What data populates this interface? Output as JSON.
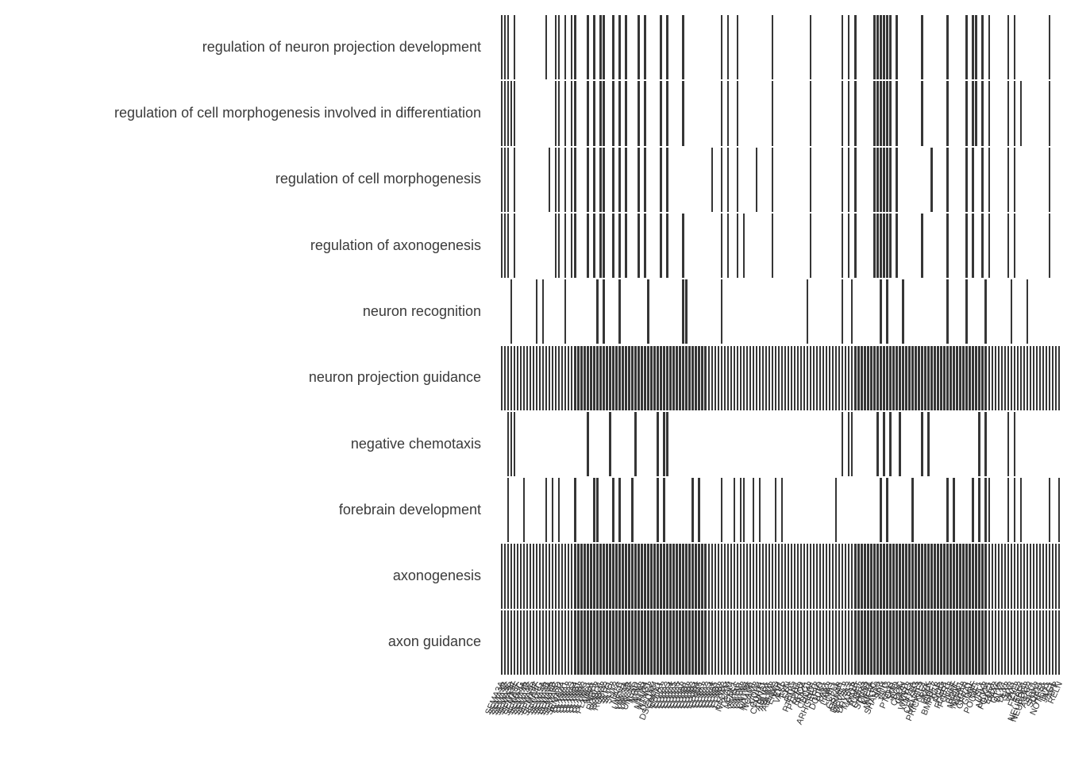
{
  "chart_data": {
    "type": "heatmap",
    "title": "",
    "xlabel": "",
    "ylabel": "",
    "legend": "none",
    "grid": false,
    "colors": {
      "present": "#363636",
      "absent": "#ffffff"
    },
    "x_tick_rotation_deg": 66,
    "genes": [
      "SEMA3A",
      "SEMA3B",
      "SEMA3C",
      "SEMA3D",
      "SEMA3E",
      "SEMA3F",
      "SEMA3G",
      "SEMA4A",
      "SEMA4B",
      "SEMA4C",
      "SEMA4D",
      "SEMA4F",
      "SEMA4G",
      "SEMA5A",
      "SEMA5B",
      "SEMA6A",
      "SEMA6B",
      "SEMA6C",
      "SEMA6D",
      "SEMA7A",
      "PLXNA1",
      "PLXNA2",
      "PLXNA3",
      "PLXNA4",
      "PLXNB1",
      "PLXNB2",
      "PLXNB3",
      "PLXNC1",
      "PLXND1",
      "NRP1",
      "NRP2",
      "ROBO1",
      "ROBO2",
      "ROBO3",
      "SLIT1",
      "SLIT2",
      "SLIT3",
      "DCC",
      "NEO1",
      "UNC5A",
      "UNC5B",
      "UNC5C",
      "UNC5D",
      "NTN1",
      "NTN3",
      "NTN4",
      "NTNG1",
      "NTNG2",
      "DSCAM",
      "DSCAML1",
      "EPHA1",
      "EPHA2",
      "EPHA3",
      "EPHA4",
      "EPHA5",
      "EPHA6",
      "EPHA7",
      "EPHA8",
      "EPHB1",
      "EPHB2",
      "EPHB3",
      "EPHB4",
      "EPHB6",
      "EFNA1",
      "EFNA2",
      "EFNA3",
      "EFNA4",
      "EFNA5",
      "EFNB1",
      "EFNB2",
      "EFNB3",
      "L1CAM",
      "NRCAM",
      "CHL1",
      "NFASC",
      "CNTN1",
      "CNTN2",
      "CNTN4",
      "CNTN6",
      "NCAM1",
      "NCAM2",
      "CDH4",
      "CDH11",
      "CTNNB1",
      "ABLIM1",
      "ABLIM2",
      "ABLIM3",
      "ENAH",
      "EVL",
      "VASP",
      "FYN",
      "SRC",
      "PTK2",
      "PTPN11",
      "PTPRO",
      "RHOA",
      "RAC1",
      "CDC42",
      "RND1",
      "ARHGEF12",
      "TRIO",
      "DOCK1",
      "PAK1",
      "PAK3",
      "LIMK1",
      "CFL1",
      "GSK3B",
      "CRMP1",
      "DPYSL2",
      "DPYSL3",
      "DPYSL5",
      "MAP1B",
      "MAPT",
      "TUBB3",
      "GAP43",
      "STMN2",
      "KIF5A",
      "KIF5C",
      "MYO10",
      "SHANK3",
      "SHH",
      "GLI2",
      "GLI3",
      "PTCH1",
      "SMO",
      "BOC",
      "CDON",
      "GAS1",
      "WNT3",
      "WNT5A",
      "FZD3",
      "CELSR3",
      "VANGL2",
      "PRICKLE1",
      "RYK",
      "BMP7",
      "GDF7",
      "BMPR1B",
      "NOG",
      "FGF8",
      "FGFR1",
      "FGF13",
      "NGF",
      "BDNF",
      "NTRK1",
      "NTRK2",
      "NGFR",
      "GFRA1",
      "GDNF",
      "RET",
      "POU4F1",
      "ISL1",
      "LHX2",
      "NKX21",
      "FOXG1",
      "EMX2",
      "PAX6",
      "OTX2",
      "DLX1",
      "DLX2",
      "SIX3",
      "VAX1",
      "ZIC2",
      "FEZF2",
      "TBR1",
      "NEUROD2",
      "NEUROG2",
      "ASCL1",
      "SOX2",
      "SOX11",
      "HES1",
      "NOTCH1",
      "DLL1",
      "JAG1",
      "APP",
      "RELN"
    ],
    "rows": [
      {
        "label": "regulation of neuron projection development",
        "members": [
          0,
          1,
          2,
          4,
          14,
          17,
          18,
          20,
          22,
          23,
          27,
          29,
          31,
          32,
          35,
          37,
          39,
          43,
          45,
          50,
          52,
          57,
          69,
          71,
          74,
          85,
          97,
          107,
          109,
          111,
          117,
          118,
          119,
          120,
          121,
          122,
          124,
          132,
          140,
          146,
          148,
          149,
          151,
          153,
          159,
          161,
          172
        ]
      },
      {
        "label": "regulation of cell morphogenesis involved in differentiation",
        "members": [
          0,
          1,
          2,
          3,
          4,
          17,
          18,
          20,
          22,
          23,
          27,
          29,
          31,
          32,
          35,
          37,
          39,
          43,
          45,
          50,
          52,
          57,
          69,
          71,
          74,
          85,
          97,
          107,
          109,
          111,
          117,
          118,
          119,
          120,
          121,
          122,
          124,
          132,
          140,
          146,
          148,
          149,
          151,
          153,
          159,
          161,
          163,
          172
        ]
      },
      {
        "label": "regulation of cell morphogenesis",
        "members": [
          0,
          1,
          2,
          4,
          15,
          17,
          18,
          20,
          22,
          23,
          27,
          29,
          31,
          32,
          35,
          37,
          39,
          43,
          45,
          50,
          52,
          66,
          69,
          71,
          74,
          80,
          85,
          97,
          107,
          109,
          111,
          117,
          118,
          119,
          120,
          121,
          122,
          124,
          135,
          140,
          146,
          148,
          151,
          153,
          159,
          161,
          172
        ]
      },
      {
        "label": "regulation of axonogenesis",
        "members": [
          0,
          1,
          2,
          4,
          17,
          18,
          20,
          22,
          23,
          27,
          29,
          31,
          32,
          35,
          37,
          39,
          43,
          45,
          50,
          52,
          57,
          69,
          71,
          74,
          76,
          85,
          97,
          107,
          109,
          111,
          117,
          118,
          119,
          120,
          121,
          122,
          124,
          132,
          140,
          146,
          148,
          151,
          153,
          159,
          161,
          172
        ]
      },
      {
        "label": "neuron recognition",
        "members": [
          3,
          11,
          13,
          20,
          30,
          32,
          37,
          46,
          57,
          58,
          69,
          96,
          107,
          110,
          119,
          121,
          126,
          140,
          146,
          152,
          160,
          165
        ]
      },
      {
        "label": "neuron projection guidance",
        "members": "all"
      },
      {
        "label": "negative chemotaxis",
        "members": [
          2,
          3,
          4,
          27,
          34,
          42,
          49,
          51,
          52,
          107,
          109,
          110,
          118,
          120,
          122,
          125,
          132,
          134,
          150,
          152,
          159,
          161
        ]
      },
      {
        "label": "forebrain development",
        "members": [
          2,
          7,
          14,
          16,
          18,
          23,
          29,
          30,
          35,
          37,
          41,
          49,
          51,
          60,
          62,
          69,
          73,
          75,
          76,
          79,
          81,
          86,
          88,
          105,
          119,
          121,
          129,
          140,
          142,
          148,
          150,
          152,
          153,
          159,
          161,
          163,
          172,
          175
        ]
      },
      {
        "label": "axonogenesis",
        "members": "all"
      },
      {
        "label": "axon guidance",
        "members": "all"
      }
    ]
  }
}
